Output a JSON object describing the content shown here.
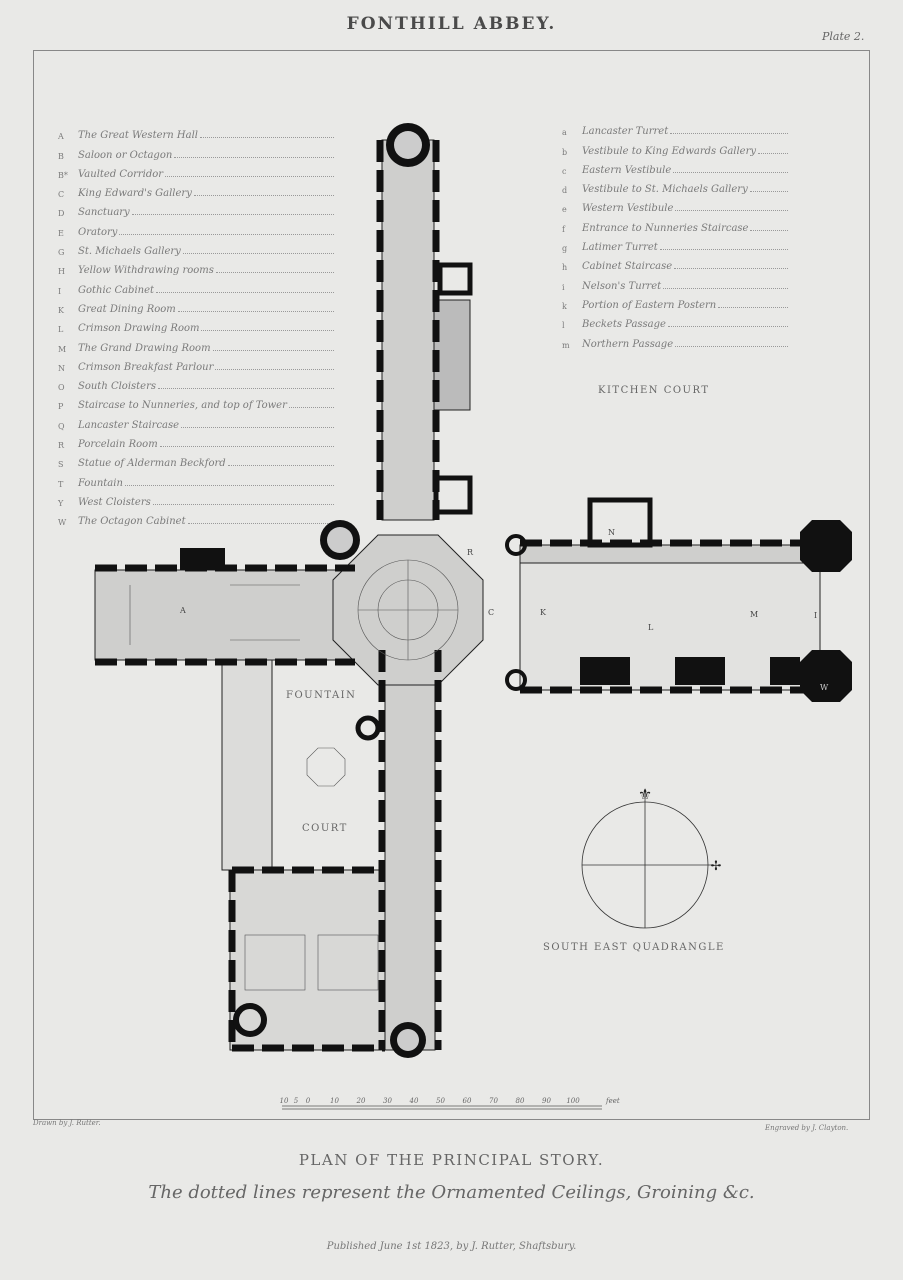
{
  "header": {
    "title": "FONTHILL ABBEY.",
    "plate": "Plate 2."
  },
  "legend_upper": [
    {
      "key": "A",
      "label": "The Great Western Hall"
    },
    {
      "key": "B",
      "label": "Saloon or Octagon"
    },
    {
      "key": "B*",
      "label": "Vaulted Corridor"
    },
    {
      "key": "C",
      "label": "King Edward's Gallery"
    },
    {
      "key": "D",
      "label": "Sanctuary"
    },
    {
      "key": "E",
      "label": "Oratory"
    },
    {
      "key": "G",
      "label": "St. Michaels Gallery"
    },
    {
      "key": "H",
      "label": "Yellow Withdrawing rooms"
    },
    {
      "key": "I",
      "label": "Gothic Cabinet"
    },
    {
      "key": "K",
      "label": "Great Dining Room"
    },
    {
      "key": "L",
      "label": "Crimson Drawing Room"
    },
    {
      "key": "M",
      "label": "The Grand Drawing Room"
    },
    {
      "key": "N",
      "label": "Crimson Breakfast Parlour"
    },
    {
      "key": "O",
      "label": "South Cloisters"
    },
    {
      "key": "P",
      "label": "Staircase to Nunneries, and top of Tower"
    },
    {
      "key": "Q",
      "label": "Lancaster Staircase"
    },
    {
      "key": "R",
      "label": "Porcelain Room"
    },
    {
      "key": "S",
      "label": "Statue of Alderman Beckford"
    },
    {
      "key": "T",
      "label": "Fountain"
    },
    {
      "key": "Y",
      "label": "West Cloisters"
    },
    {
      "key": "W",
      "label": "The Octagon Cabinet"
    }
  ],
  "legend_lower": [
    {
      "key": "a",
      "label": "Lancaster Turret"
    },
    {
      "key": "b",
      "label": "Vestibule to King Edwards Gallery"
    },
    {
      "key": "c",
      "label": "Eastern Vestibule"
    },
    {
      "key": "d",
      "label": "Vestibule to St. Michaels Gallery"
    },
    {
      "key": "e",
      "label": "Western Vestibule"
    },
    {
      "key": "f",
      "label": "Entrance to Nunneries Staircase"
    },
    {
      "key": "g",
      "label": "Latimer Turret"
    },
    {
      "key": "h",
      "label": "Cabinet Staircase"
    },
    {
      "key": "i",
      "label": "Nelson's Turret"
    },
    {
      "key": "k",
      "label": "Portion of Eastern Postern"
    },
    {
      "key": "l",
      "label": "Beckets Passage"
    },
    {
      "key": "m",
      "label": "Northern Passage"
    }
  ],
  "plan_labels": {
    "kitchen_court": "KITCHEN COURT",
    "fountain": "FOUNTAIN",
    "court": "COURT",
    "south_east_quadrangle": "SOUTH EAST QUADRANGLE",
    "room_A": "A",
    "room_K": "K",
    "room_L": "L",
    "room_M": "M",
    "room_N": "N",
    "room_R": "R",
    "room_C": "C",
    "room_W": "W",
    "room_I": "I"
  },
  "scale": {
    "ticks": [
      "10",
      "5",
      "0",
      "10",
      "20",
      "30",
      "40",
      "50",
      "60",
      "70",
      "80",
      "90",
      "100"
    ],
    "unit": "feet"
  },
  "footer": {
    "drawn_by": "Drawn by J. Rutter.",
    "engraved_by": "Engraved by J. Clayton.",
    "subtitle": "PLAN OF THE PRINCIPAL STORY.",
    "note": "The dotted lines represent the Ornamented Ceilings, Groining &c.",
    "published": "Published June 1st 1823, by J. Rutter, Shaftsbury."
  },
  "colors": {
    "paper": "#e9e9e7",
    "ink": "#111111",
    "floor": "#cfcfcd"
  }
}
